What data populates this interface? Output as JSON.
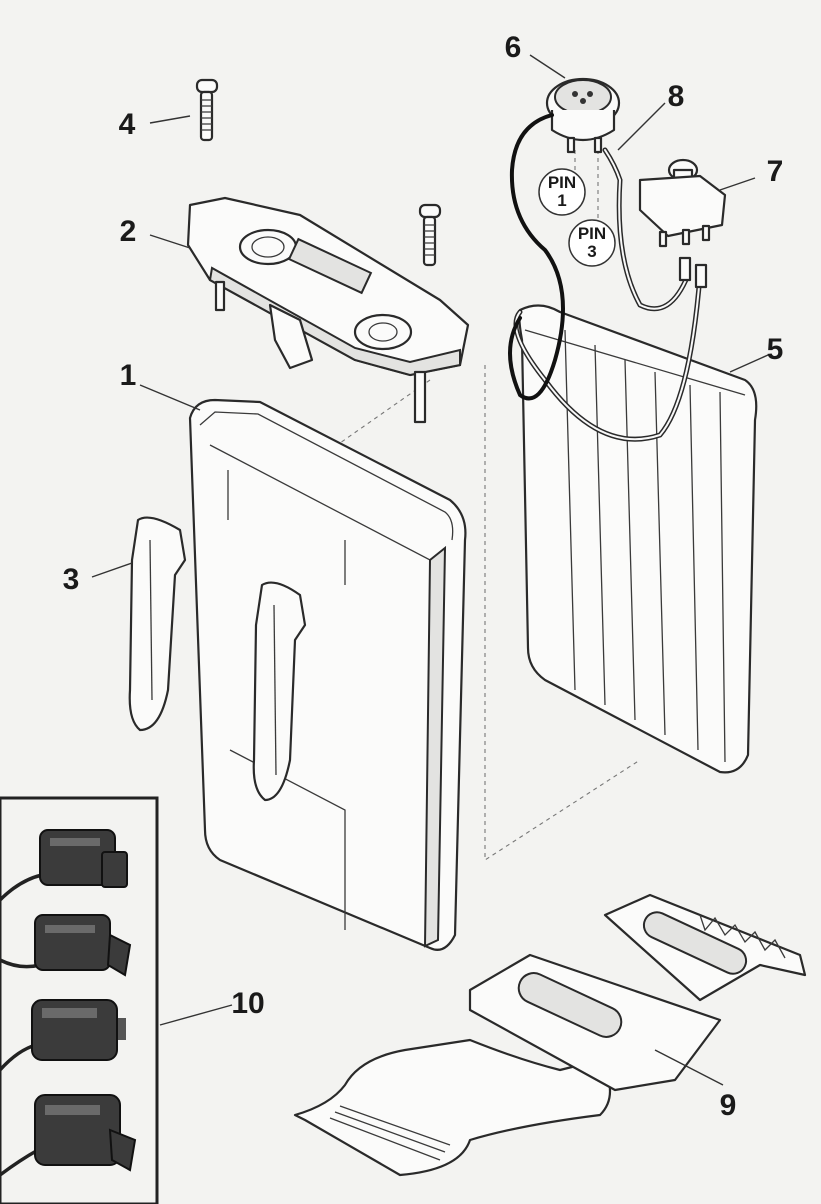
{
  "labels": {
    "part_1": "1",
    "part_2": "2",
    "part_3": "3",
    "part_4": "4",
    "part_5": "5",
    "part_6": "6",
    "part_7": "7",
    "part_8": "8",
    "part_9": "9",
    "part_10": "10"
  },
  "pins": {
    "pin_1_top": "PIN",
    "pin_1_bottom": "1",
    "pin_3_top": "PIN",
    "pin_3_bottom": "3"
  }
}
